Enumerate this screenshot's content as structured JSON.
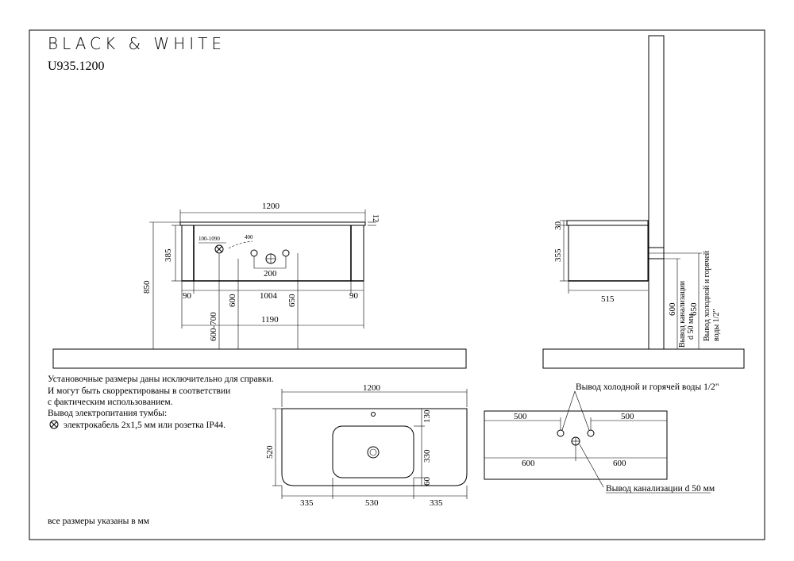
{
  "header": {
    "brand": "BLACK & WHITE",
    "model": "U935.1200"
  },
  "front_view": {
    "width": "1200",
    "top_thickness": "12",
    "height_385": "385",
    "height_850": "850",
    "offset_left": "90",
    "offset_right": "90",
    "inner_width": "1004",
    "total_width": "1190",
    "range_1": "100-1090",
    "label_400": "400",
    "spacing_200": "200",
    "v_600_700": "600-700",
    "v_600": "600",
    "v_650": "650"
  },
  "side_view": {
    "top_30": "30",
    "height_355": "355",
    "depth_515": "515",
    "v_600": "600",
    "v_650": "650",
    "drain_label_1": "Вывод канализации",
    "drain_label_2": "d 50 мм",
    "water_label_1": "Вывод холодной и горячей",
    "water_label_2": "воды 1/2\""
  },
  "notes": {
    "line1": "Установочные размеры даны исключительно для справки.",
    "line2": "И могут быть скорректированы в соответствии",
    "line3": "с фактическим использованием.",
    "line4": "Вывод электропитания тумбы:",
    "line5": "электрокабель 2х1,5 мм или розетка IP44.",
    "footer": "все размеры указаны в мм"
  },
  "top_view": {
    "width": "1200",
    "depth": "520",
    "d130": "130",
    "d330": "330",
    "d60": "60",
    "w335_left": "335",
    "w530": "530",
    "w335_right": "335"
  },
  "wall_view": {
    "water_label": "Вывод холодной и горячей воды 1/2\"",
    "left_500": "500",
    "right_500": "500",
    "left_600": "600",
    "right_600": "600",
    "drain_label": "Вывод канализации d 50 мм"
  }
}
